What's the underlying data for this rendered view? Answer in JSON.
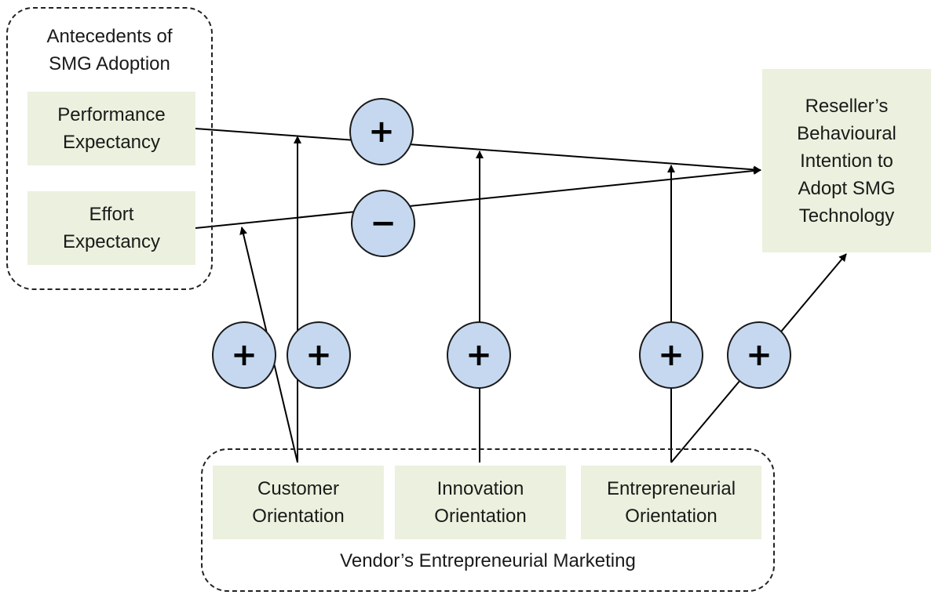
{
  "antecedents_group": {
    "title": "Antecedents of\nSMG Adoption",
    "performance_expectancy": "Performance\nExpectancy",
    "effort_expectancy": "Effort\nExpectancy"
  },
  "outcome": {
    "label": "Reseller’s\nBehavioural\nIntention to\nAdopt SMG\nTechnology"
  },
  "vendor_group": {
    "title": "Vendor’s Entrepreneurial Marketing",
    "customer_orientation": "Customer\nOrientation",
    "innovation_orientation": "Innovation\nOrientation",
    "entrepreneurial_orientation": "Entrepreneurial\nOrientation"
  },
  "path_signs": {
    "performance_path": "+",
    "effort_path": "−",
    "customer_to_effort": "+",
    "customer_to_performance": "+",
    "innovation_to_main": "+",
    "entrepreneurial_to_main": "+",
    "entrepreneurial_to_intention": "+"
  }
}
